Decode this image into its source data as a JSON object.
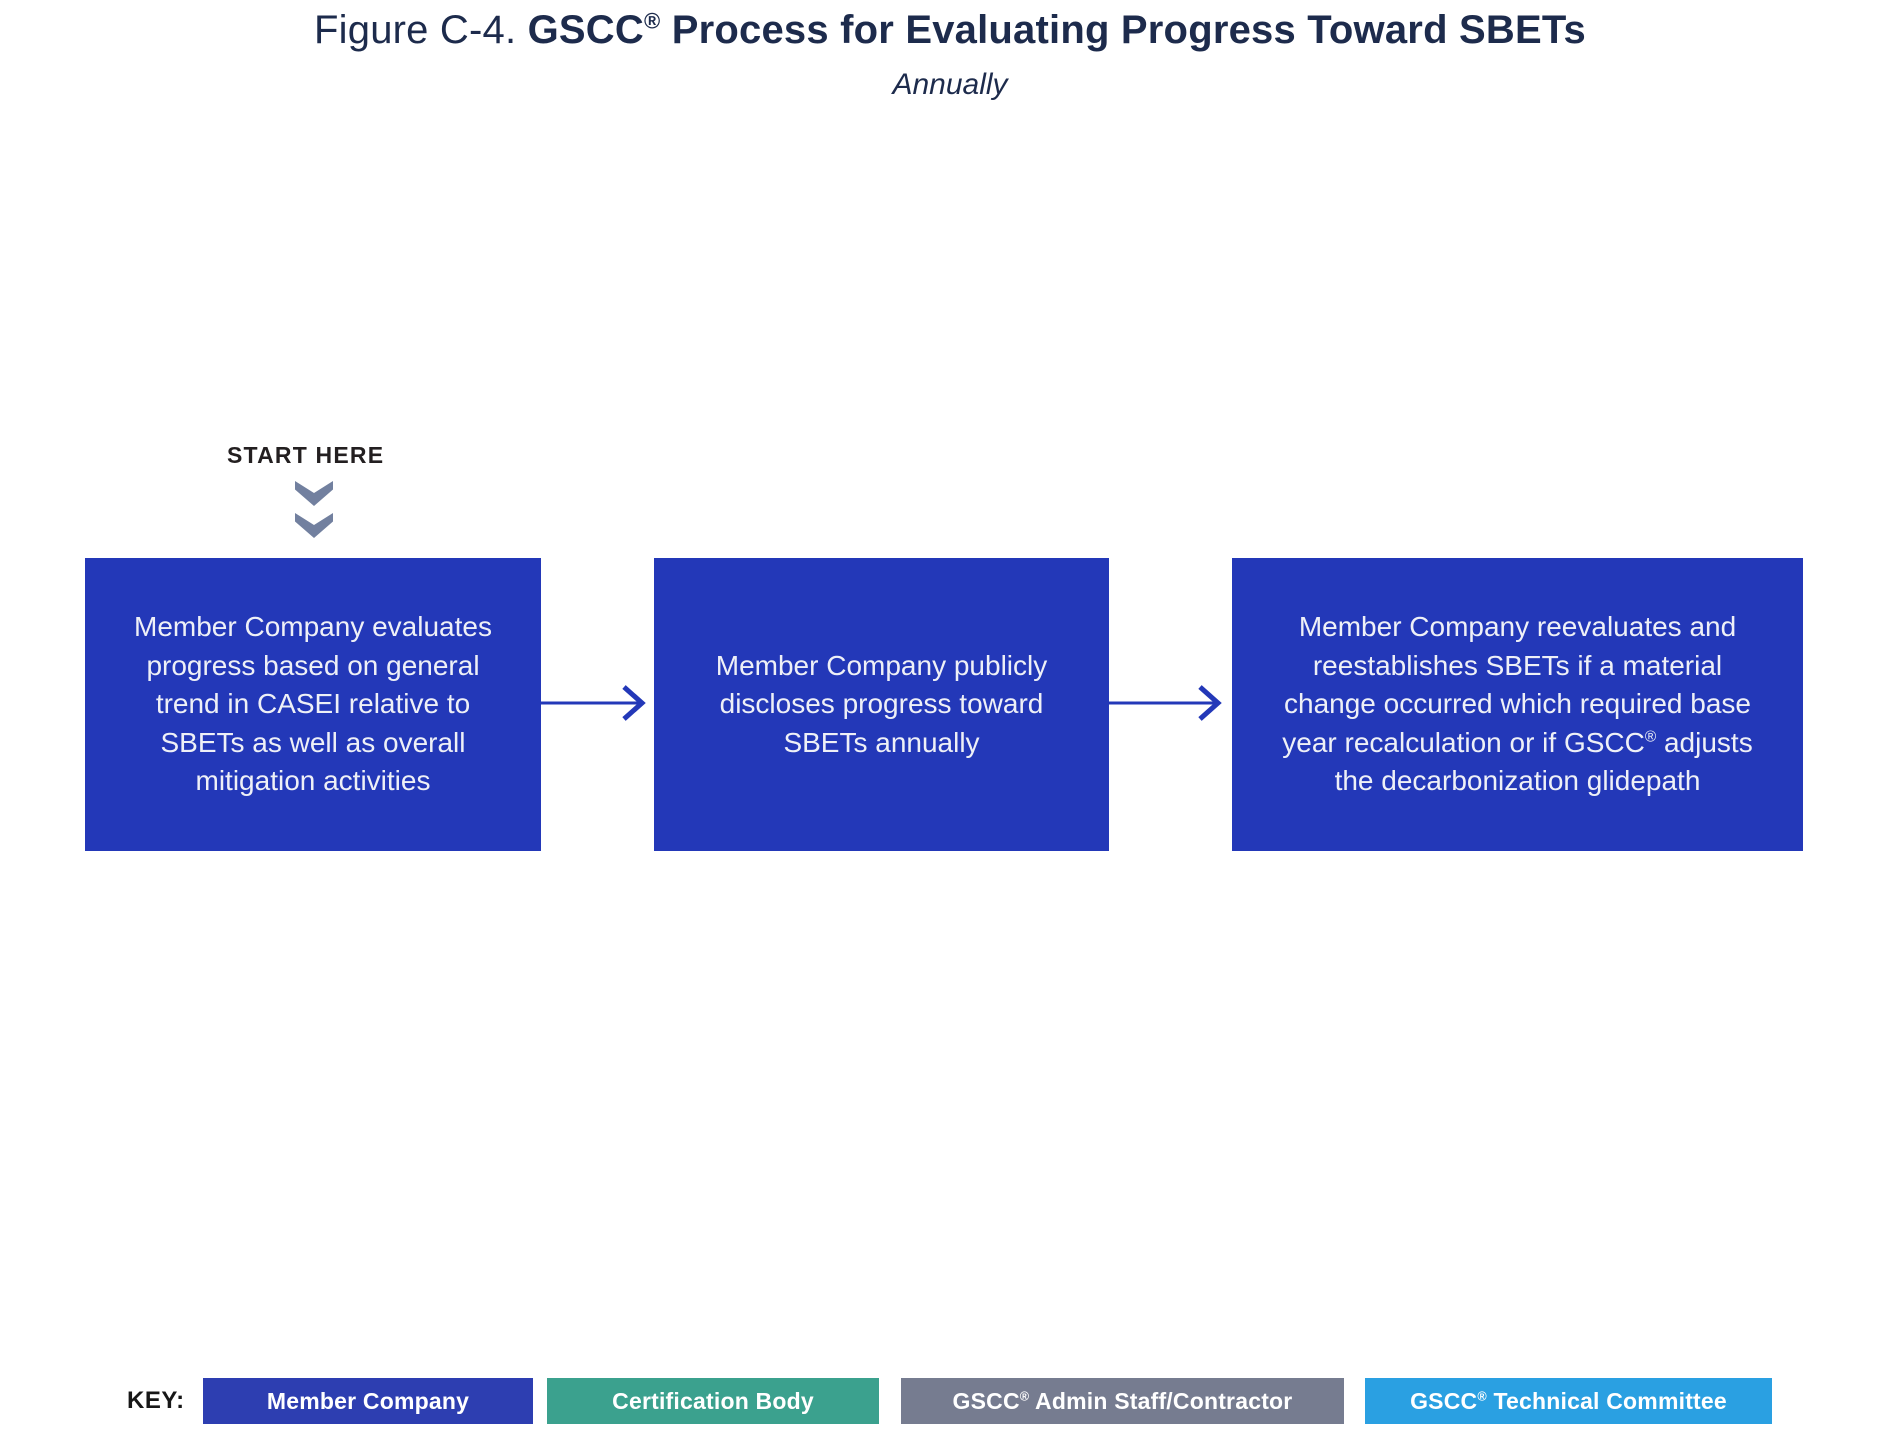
{
  "figure": {
    "title_prefix": "Figure C-4. ",
    "title_main": "GSCC® Process for Evaluating Progress Toward SBETs",
    "subtitle": "Annually"
  },
  "flow": {
    "start_label": "START HERE",
    "chevron_color": "#72809f",
    "step_color": "#2338b8",
    "arrow_color": "#2338b8",
    "steps": [
      {
        "text": "Member Company evaluates progress based on general trend in CASEI relative to SBETs as well as overall mitigation activities"
      },
      {
        "text": "Member Company publicly discloses progress toward SBETs annually"
      },
      {
        "text": "Member Company reevaluates and reestablishes SBETs if a material change occurred which required base year recalculation or if GSCC® adjusts the decarbonization glidepath"
      }
    ]
  },
  "key": {
    "label": "KEY:",
    "items": [
      {
        "label": "Member Company",
        "color": "#2d3eb1"
      },
      {
        "label": "Certification Body",
        "color": "#3ba18e"
      },
      {
        "label": "GSCC® Admin Staff/Contractor",
        "color": "#767c90"
      },
      {
        "label": "GSCC® Technical Committee",
        "color": "#2aa0e2"
      }
    ]
  }
}
